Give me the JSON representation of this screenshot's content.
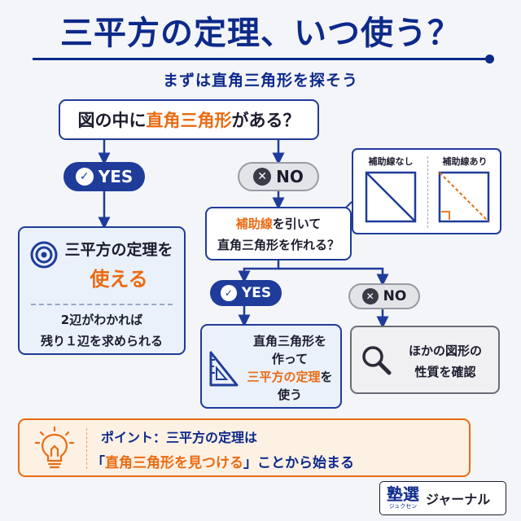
{
  "title": "三平方の定理、いつ使う？",
  "subtitle": "まずは直角三角形を探そう",
  "question1": {
    "before": "図の中に",
    "highlight": "直角三角形",
    "after": "がある？"
  },
  "yes_label": "YES",
  "no_label": "NO",
  "result_left": {
    "line1": "三平方の定理を",
    "line2": "使える",
    "detail1": "2辺がわかれば",
    "detail2": "残り１辺を求められる"
  },
  "question2": {
    "highlight": "補助線",
    "line1_rest": "を引いて",
    "line2": "直角三角形を作れる？"
  },
  "callout": {
    "left_label": "補助線なし",
    "right_label": "補助線あり"
  },
  "result_mid": {
    "line1": "直角三角形を",
    "line2": "作って",
    "line3": "三平方の定理",
    "line3_suffix": "を",
    "line4": "使う"
  },
  "result_right": {
    "line1": "ほかの図形の",
    "line2": "性質を確認"
  },
  "point": {
    "line1": "ポイント：三平方の定理は",
    "line2_open": "「",
    "line2_highlight": "直角三角形を見つける",
    "line2_close": "」ことから始まる"
  },
  "logo": {
    "main": "塾選",
    "ruby": "ジュクセン",
    "suffix": "ジャーナル"
  },
  "colors": {
    "navy": "#0d2a8a",
    "blue": "#1f3c9a",
    "orange": "#ea6b12",
    "gray": "#6c6c78"
  }
}
